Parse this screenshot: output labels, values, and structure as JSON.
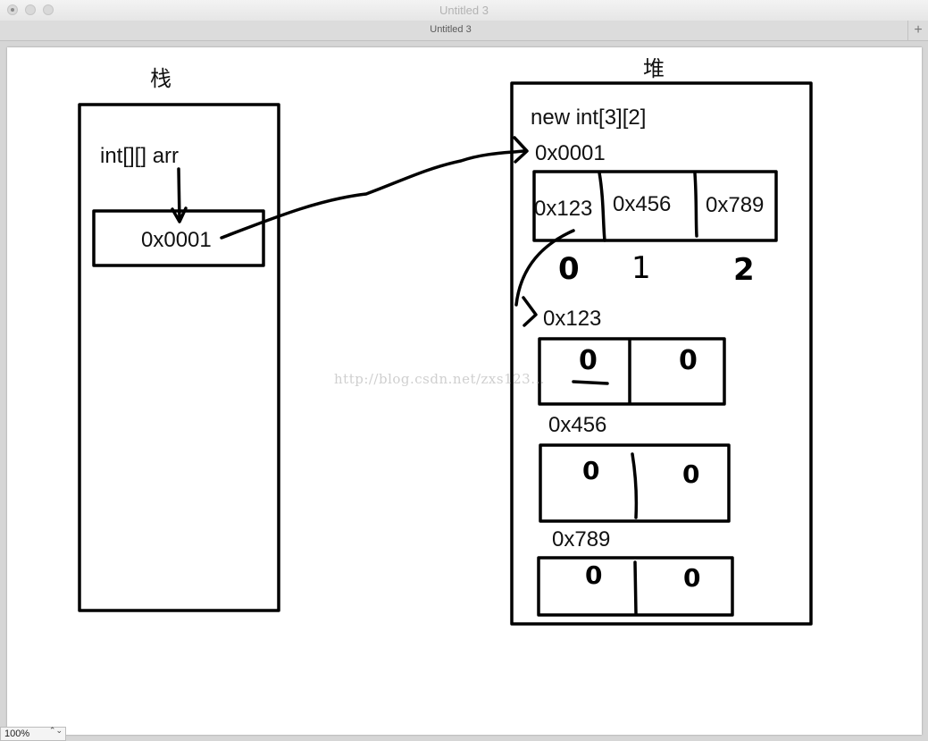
{
  "window": {
    "title": "Untitled 3",
    "tab_label": "Untitled 3",
    "add_tab_glyph": "+"
  },
  "diagram": {
    "stack_heading": "栈",
    "heap_heading": "堆",
    "stack_variable": "int[][] arr",
    "stack_value": "0x0001",
    "heap_new_expr": "new int[3][2]",
    "outer_address": "0x0001",
    "outer_cells": [
      "0x123",
      "0x456",
      "0x789"
    ],
    "outer_indices": [
      "0",
      "1",
      "2"
    ],
    "inner_arrays": [
      {
        "address": "0x123",
        "values": [
          "0",
          "0"
        ]
      },
      {
        "address": "0x456",
        "values": [
          "0",
          "0"
        ]
      },
      {
        "address": "0x789",
        "values": [
          "0",
          "0"
        ]
      }
    ],
    "watermark": "http://blog.csdn.net/zxs123..."
  },
  "status": {
    "zoom": "100%",
    "zoom_arrows": "⌃⌄"
  },
  "colors": {
    "ink": "#000000",
    "canvas": "#ffffff",
    "chrome": "#d6d6d6",
    "watermark": "#cfcfcf"
  }
}
